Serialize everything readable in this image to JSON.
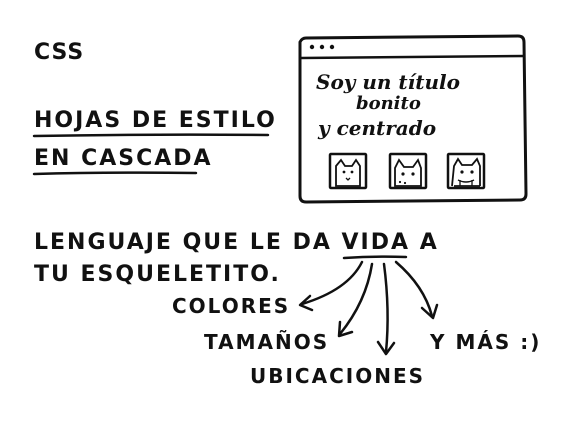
{
  "title": "CSS",
  "heading": {
    "line1": "HOJAS DE ESTILO",
    "line2": "EN CASCADA"
  },
  "browser": {
    "title_line1": "Soy un título",
    "title_line2": "bonito",
    "title_line3": "y centrado",
    "images": [
      "cat-icon",
      "cat-icon",
      "cat-icon"
    ]
  },
  "description": {
    "part1": "LENGUAJE QUE LE DA",
    "highlight": "VIDA",
    "part2": "A",
    "line2": "TU ESQUELETITO."
  },
  "branches": {
    "colores": "COLORES",
    "tamanos": "TAMAÑOS",
    "ubicaciones": "UBICACIONES",
    "ymas": "Y MÁS :)"
  },
  "colors": {
    "ink": "#111111",
    "paper": "#ffffff"
  }
}
